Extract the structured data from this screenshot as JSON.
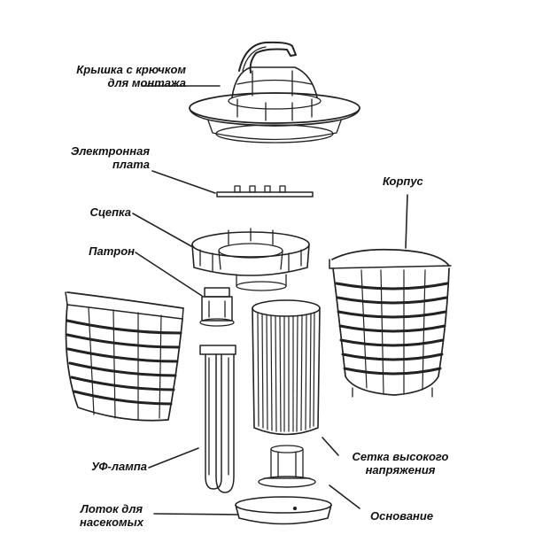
{
  "labels": {
    "lid": [
      "Крышка с крючком",
      "для монтажа"
    ],
    "board": [
      "Электронная",
      "плата"
    ],
    "coupler": "Сцепка",
    "socket": "Патрон",
    "housing": "Корпус",
    "lamp": "УФ-лампа",
    "grid": [
      "Сетка высокого",
      "напряжения"
    ],
    "tray": [
      "Лоток для",
      "насекомых"
    ],
    "base": "Основание"
  },
  "icons": [
    "lid-hook-part",
    "circuit-board-part",
    "coupler-part",
    "socket-part",
    "housing-half-part",
    "uv-lamp-part",
    "high-voltage-grid-part",
    "base-part",
    "insect-tray-part"
  ],
  "colors": {
    "line": "#222222",
    "text": "#111111",
    "background": "#ffffff"
  }
}
